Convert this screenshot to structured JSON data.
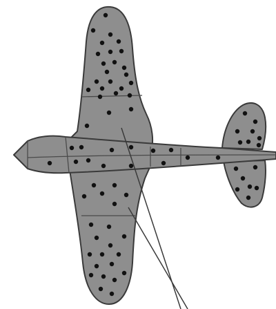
{
  "diagram": {
    "subject": "airplane-with-damage-dots",
    "colors": {
      "background": "#ffffff",
      "body_fill": "#8e8e8e",
      "outline": "#3a3a3a",
      "panel_line": "#4a4a4a",
      "dot": "#111111",
      "leader_line": "#3a3a3a"
    },
    "hit_marks": {
      "upper_wing": 22,
      "fuselage": 14,
      "lower_wing_inner": 6,
      "lower_wing_outer": 16,
      "upper_tail": 8,
      "lower_tail": 7
    }
  }
}
